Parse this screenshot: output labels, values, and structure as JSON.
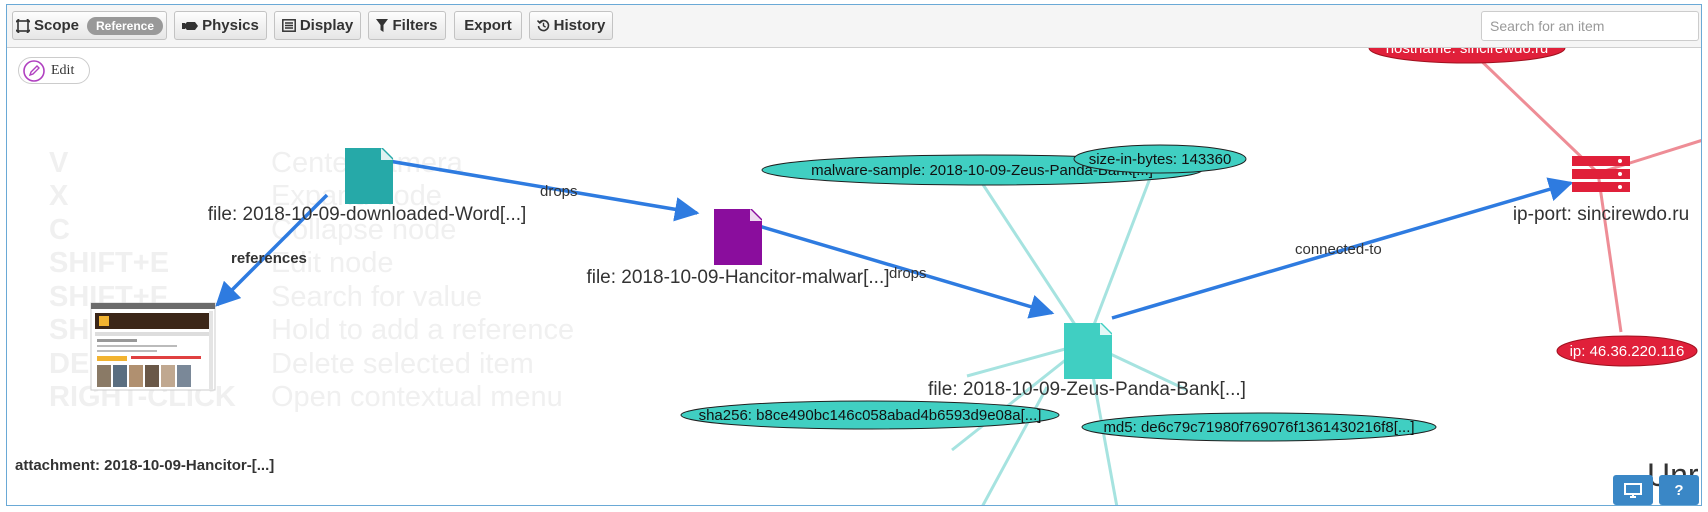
{
  "toolbar": {
    "scope_label": "Scope",
    "scope_badge": "Reference",
    "physics_label": "Physics",
    "display_label": "Display",
    "filters_label": "Filters",
    "export_label": "Export",
    "history_label": "History",
    "search_placeholder": "Search for an item"
  },
  "edit_label": "Edit",
  "shortcuts": [
    {
      "key": "V",
      "desc": "Center camera"
    },
    {
      "key": "X",
      "desc": "Expand node"
    },
    {
      "key": "C",
      "desc": "Collapse node"
    },
    {
      "key": "SHIFT+E",
      "desc": "Edit node"
    },
    {
      "key": "SHIFT+F",
      "desc": "Search for value"
    },
    {
      "key": "SHIFT",
      "desc": "Hold to add a reference"
    },
    {
      "key": "DEL",
      "desc": "Delete selected item"
    },
    {
      "key": "RIGHT-CLICK",
      "desc": "Open contextual menu"
    }
  ],
  "nodes": {
    "file_word": "file: 2018-10-09-downloaded-Word[...]",
    "file_hancitor": "file: 2018-10-09-Hancitor-malwar[...]",
    "file_zeus": "file: 2018-10-09-Zeus-Panda-Bank[...]",
    "attachment": "attachment: 2018-10-09-Hancitor-[...]",
    "ip_port": "ip-port: sincirewdo.ru",
    "hostname": "hostname: sincirewdo.ru",
    "ip": "ip: 46.36.220.116",
    "malware_sample": "malware-sample: 2018-10-09-Zeus-Panda-Bank[...]",
    "size_in_bytes": "size-in-bytes: 143360",
    "sha256": "sha256: b8ce490bc146c058abad4b6593d9e08a[...]",
    "md5": "md5: de6c79c71980f769076f1361430216f8[...]"
  },
  "edges": {
    "drops_1": "drops",
    "drops_2": "drops",
    "references": "references",
    "connected_to": "connected-to"
  },
  "watermark": "Unr",
  "bottom_help": "?",
  "colors": {
    "teal_file": "#26a9a8",
    "purple_file": "#8a0d9d",
    "zeus_file": "#40cfc2",
    "ip_port_red": "#e0203a",
    "edge_blue": "#2e7be0",
    "edge_teal": "#a6e3e0",
    "edge_red": "#ee8d96",
    "attribute_fill": "#40cfc2"
  }
}
